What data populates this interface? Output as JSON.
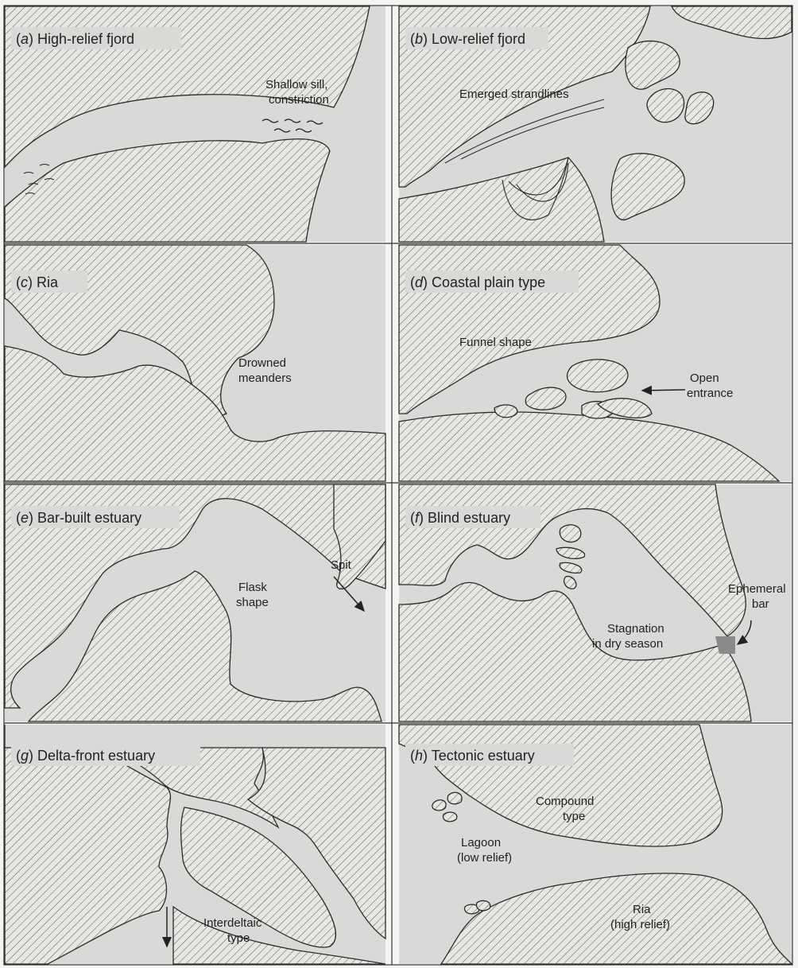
{
  "panels": {
    "a": {
      "letter": "a",
      "title": "High-relief fjord",
      "labels": [
        "Shallow sill,",
        "constriction"
      ]
    },
    "b": {
      "letter": "b",
      "title": "Low-relief fjord",
      "labels": [
        "Emerged strandlines"
      ]
    },
    "c": {
      "letter": "c",
      "title": "Ria",
      "labels": [
        "Drowned",
        "meanders"
      ]
    },
    "d": {
      "letter": "d",
      "title": "Coastal plain type",
      "labels": [
        "Funnel shape",
        "Open",
        "entrance"
      ]
    },
    "e": {
      "letter": "e",
      "title": "Bar-built estuary",
      "labels": [
        "Flask",
        "shape",
        "Spit"
      ]
    },
    "f": {
      "letter": "f",
      "title": "Blind estuary",
      "labels": [
        "Stagnation",
        "in dry season",
        "Ephemeral",
        "bar"
      ]
    },
    "g": {
      "letter": "g",
      "title": "Delta-front estuary",
      "labels": [
        "Interdeltaic",
        "type"
      ]
    },
    "h": {
      "letter": "h",
      "title": "Tectonic estuary",
      "labels": [
        "Compound",
        "type",
        "Lagoon",
        "(low relief)",
        "Ria",
        "(high relief)"
      ]
    }
  },
  "colors": {
    "water": "#d9dad7",
    "line": "#2a2a2a",
    "hatch": "#555555"
  }
}
